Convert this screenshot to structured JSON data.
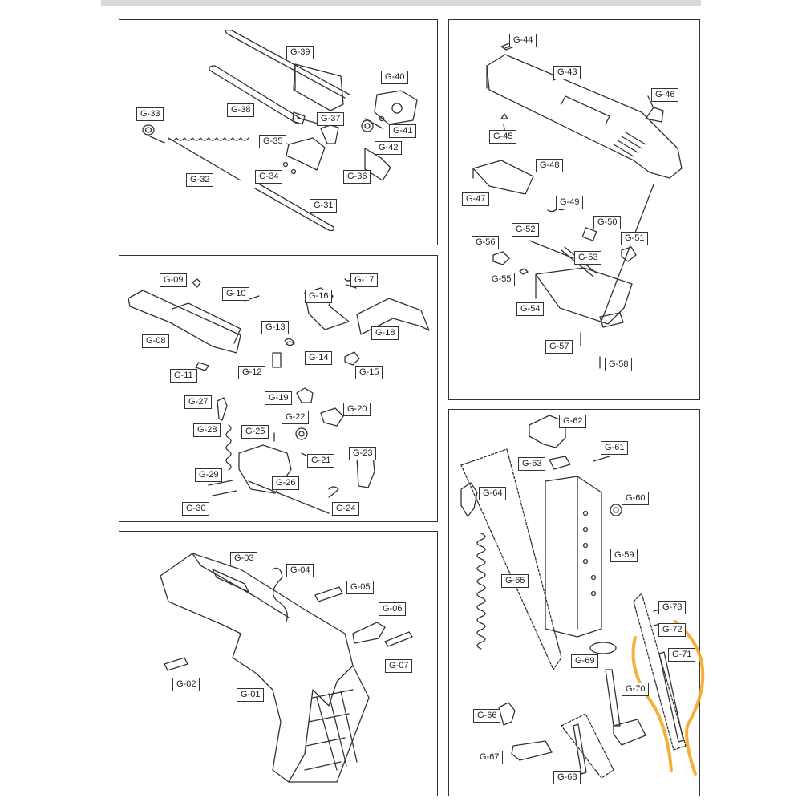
{
  "panel_barrel": {
    "labels": {
      "g39": "G-39",
      "g38": "G-38",
      "g37": "G-37",
      "g40": "G-40",
      "g33": "G-33",
      "g41": "G-41",
      "g35": "G-35",
      "g42": "G-42",
      "g34": "G-34",
      "g36": "G-36",
      "g32": "G-32",
      "g31": "G-31"
    }
  },
  "panel_slide": {
    "labels": {
      "g44": "G-44",
      "g43": "G-43",
      "g46": "G-46",
      "g45": "G-45",
      "g48": "G-48",
      "g47": "G-47",
      "g49": "G-49",
      "g50": "G-50",
      "g51": "G-51",
      "g52": "G-52",
      "g56": "G-56",
      "g53": "G-53",
      "g55": "G-55",
      "g54": "G-54",
      "g57": "G-57",
      "g58": "G-58"
    }
  },
  "panel_trigger": {
    "labels": {
      "g09": "G-09",
      "g10": "G-10",
      "g16": "G-16",
      "g17": "G-17",
      "g13": "G-13",
      "g18": "G-18",
      "g08": "G-08",
      "g14": "G-14",
      "g12": "G-12",
      "g15": "G-15",
      "g11": "G-11",
      "g19": "G-19",
      "g27": "G-27",
      "g20": "G-20",
      "g22": "G-22",
      "g28": "G-28",
      "g25": "G-25",
      "g21": "G-21",
      "g23": "G-23",
      "g29": "G-29",
      "g26": "G-26",
      "g30": "G-30",
      "g24": "G-24"
    }
  },
  "panel_frame": {
    "labels": {
      "g03": "G-03",
      "g04": "G-04",
      "g05": "G-05",
      "g06": "G-06",
      "g07": "G-07",
      "g02": "G-02",
      "g01": "G-01"
    }
  },
  "panel_magazine": {
    "labels": {
      "g62": "G-62",
      "g61": "G-61",
      "g63": "G-63",
      "g64": "G-64",
      "g60": "G-60",
      "g59": "G-59",
      "g65": "G-65",
      "g73": "G-73",
      "g72": "G-72",
      "g71": "G-71",
      "g69": "G-69",
      "g70": "G-70",
      "g66": "G-66",
      "g67": "G-67",
      "g68": "G-68"
    }
  },
  "colors": {
    "line": "#333333",
    "highlight": "#f5a623",
    "label_border": "#333333"
  }
}
